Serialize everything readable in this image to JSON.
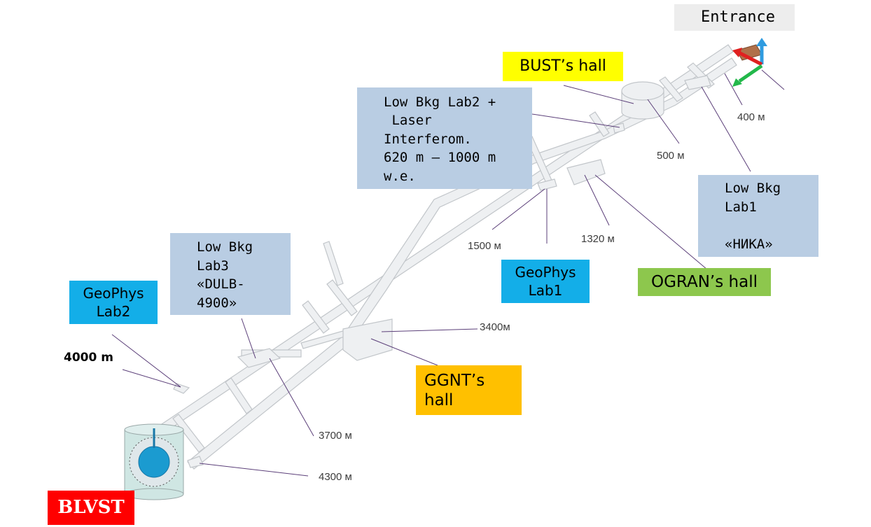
{
  "labels": {
    "entrance": "Entrance",
    "bust_hall": "BUST’s hall",
    "low_bkg_lab2": "Low Bkg Lab2 +\n Laser\nInterferom.\n620 m – 1000 m\nw.e.",
    "low_bkg_lab1": "Low Bkg\nLab1\n\n«НИКА»",
    "low_bkg_lab3": "Low Bkg\nLab3\n«DULB-\n4900»",
    "geophys_lab1": "GeoPhys\nLab1",
    "geophys_lab2": "GeoPhys\nLab2",
    "ogran_hall": "OGRAN’s hall",
    "ggnt_hall": "GGNT’s\nhall",
    "blvst": "BLVST",
    "depth_4000": "4000 m"
  },
  "depths": {
    "d400": "400 м",
    "d500": "500 м",
    "d1320": "1320 м",
    "d1500": "1500 м",
    "d3400": "3400м",
    "d3700": "3700 м",
    "d4300": "4300 м"
  },
  "colors": {
    "tunnel_fill": "#eef0f2",
    "tunnel_stroke": "#c2c6ca",
    "blue_box": "#b9cde3",
    "cyan_box": "#13aee8",
    "yellow_box": "#ffff00",
    "green_box": "#8dc74d",
    "orange_box": "#ffc000",
    "red_box": "#ff0000",
    "entrance_box": "#ededed",
    "leader": "#5b3f79"
  }
}
